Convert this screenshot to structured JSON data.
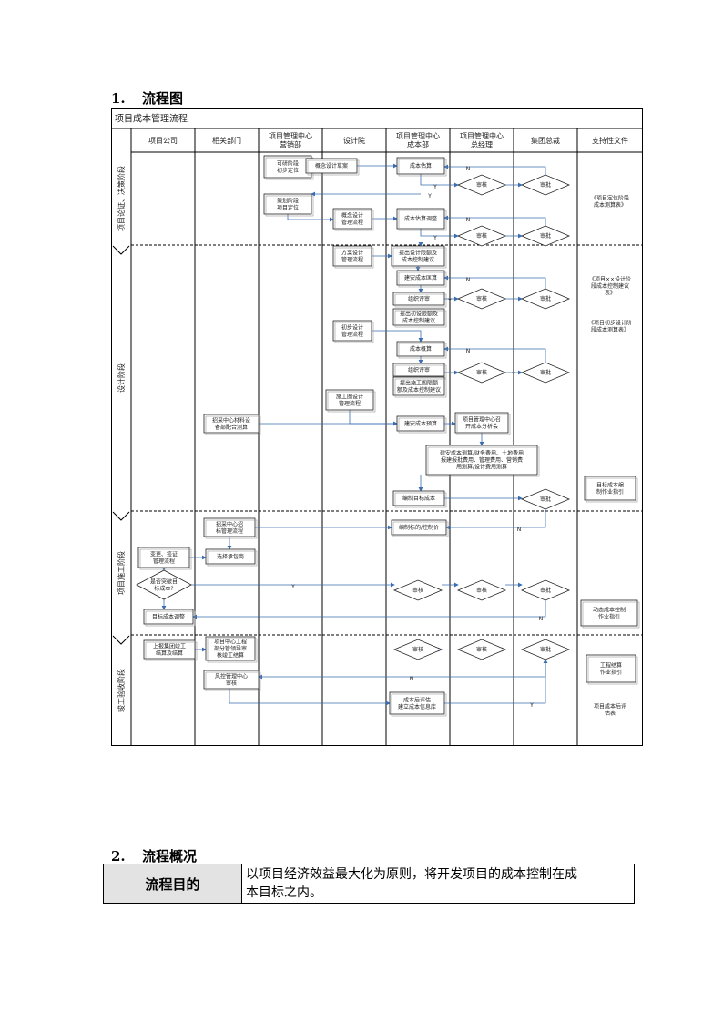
{
  "section1": {
    "number": "1.",
    "title": "流程图"
  },
  "section2": {
    "number": "2.",
    "title": "流程概况"
  },
  "flowchart": {
    "title": "项目成本管理流程",
    "columns": [
      "项目公司",
      "相关部门",
      "项目管理中心\n营销部",
      "设计院",
      "项目管理中心\n成本部",
      "项目管理中心\n总经理",
      "集团总裁",
      "支持性文件"
    ],
    "phases": [
      "项目论证、决策阶段",
      "设计阶段",
      "项目施工阶段",
      "竣工验收阶段"
    ],
    "process_boxes": [
      "可研阶段\n初步定位",
      "概念设计草案",
      "成本估算",
      "策划阶段\n项目定位",
      "概念设计\n管理流程",
      "成本估算调整",
      "方案设计\n管理流程",
      "提出设计限额及\n成本控制建议",
      "建安成本匡算",
      "组织评审",
      "提出初设限额及\n成本控制建议",
      "初步设计\n管理流程",
      "成本概算",
      "组织评审",
      "提出施工图限额\n额及成本控制建议",
      "施工图设计\n管理流程",
      "招采中心材料设\n备部配合测算",
      "建安成本预算",
      "项目管理中心召\n开成本分析会",
      "建安成本测算/财务费用、土地费用\n报建报批费用、管理费用、营销费\n用测算/设计费用测算",
      "编制目标成本",
      "招采中心招\n标管理流程",
      "编制标的/控制价",
      "变更、签证\n管理流程",
      "选择承包商",
      "目标成本调整",
      "上报集团竣工\n结算及结算",
      "项目中心工程\n部分管领导审\n核竣工结算",
      "风控管理中心\n审核",
      "成本后评估\n建立成本信息库"
    ],
    "decisions": [
      "审核",
      "审批",
      "是否突破目\n标成本?"
    ],
    "flow_labels": {
      "yes": "Y",
      "no": "N"
    },
    "support_docs": [
      "《项目定位阶段\n成本测算表》",
      "《项目××设计阶\n段成本控制建议\n表》",
      "《项目初步设计阶\n段成本测算表》",
      "目标成本编\n制作业指引",
      "动态成本控制\n作业指引",
      "工程结算\n作业指引",
      "项目成本后评\n估表"
    ]
  },
  "summary": {
    "label": "流程目的",
    "text_line1": "以项目经济效益最大化为原则，将开发项目的成本控制在成",
    "text_line2": "本目标之内。"
  }
}
